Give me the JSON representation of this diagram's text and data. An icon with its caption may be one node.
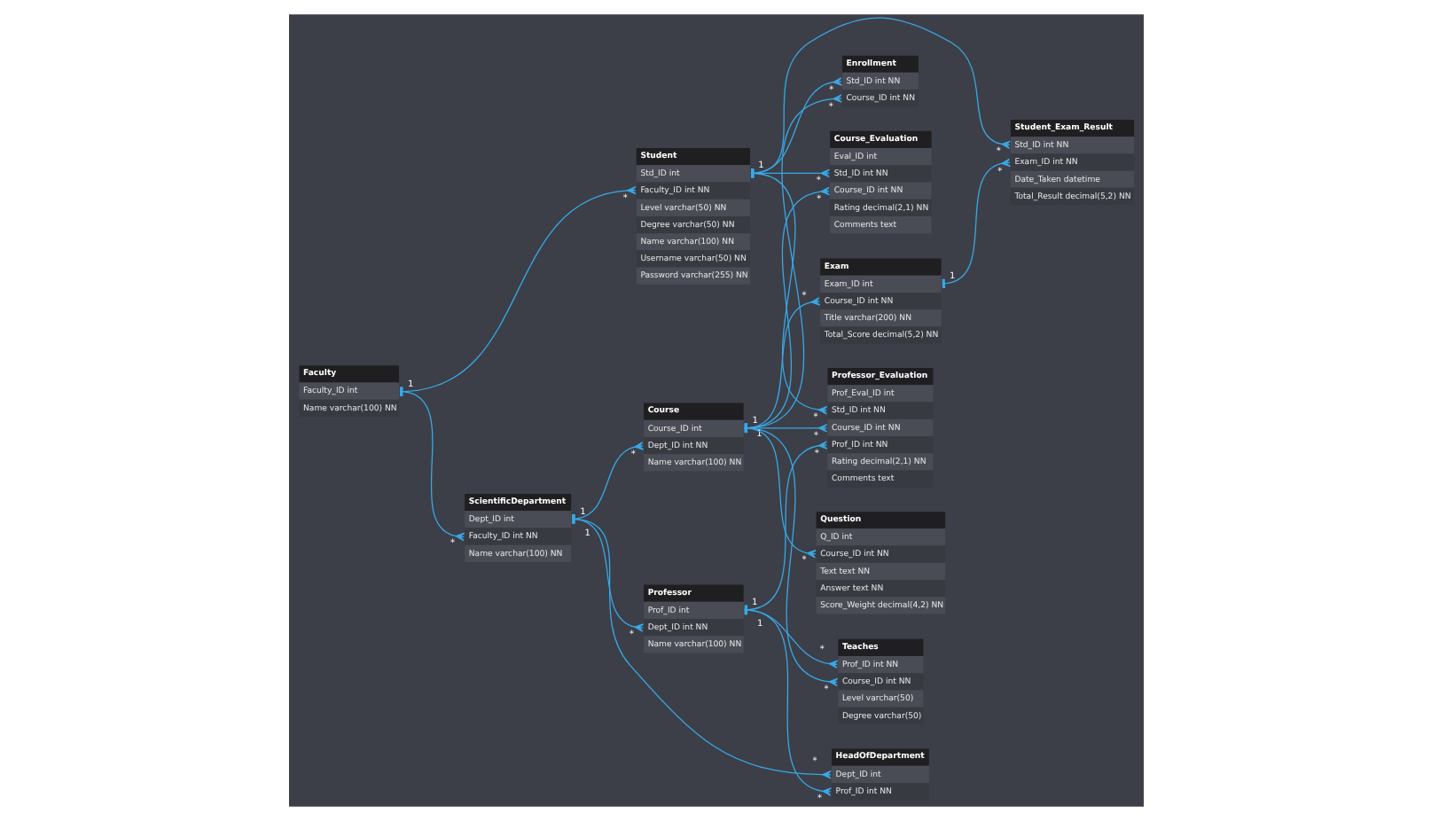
{
  "diagram": {
    "nodes": [
      {
        "text": [
          "Faculty",
          "Faculty_ID int",
          "Name varchar(100) NN"
        ]
      },
      {
        "text": [
          "ScientificDepartment",
          "Dept_ID int",
          "Faculty_ID int NN",
          "Name varchar(100) NN"
        ]
      },
      {
        "text": [
          "Professor",
          "Prof_ID int",
          "Dept_ID int NN",
          "Name varchar(100) NN"
        ]
      },
      {
        "text": [
          "Course",
          "Course_ID int",
          "Dept_ID int NN",
          "Name varchar(100) NN"
        ]
      },
      {
        "text": [
          "Teaches",
          "Prof_ID int NN",
          "Course_ID int NN",
          "Level varchar(50)",
          "Degree varchar(50)"
        ]
      },
      {
        "text": [
          "Student",
          "Std_ID int",
          "Faculty_ID int NN",
          "Level varchar(50) NN",
          "Degree varchar(50) NN",
          "Name varchar(100) NN",
          "Username varchar(50) NN",
          "Password varchar(255) NN"
        ]
      },
      {
        "text": [
          "Exam",
          "Exam_ID int",
          "Course_ID int NN",
          "Title varchar(200) NN",
          "Total_Score decimal(5,2) NN"
        ]
      },
      {
        "text": [
          "Enrollment",
          "Std_ID int NN",
          "Course_ID int NN"
        ]
      },
      {
        "text": [
          "Question",
          "Q_ID int",
          "Course_ID int NN",
          "Text text NN",
          "Answer text NN",
          "Score_Weight decimal(4,2) NN"
        ]
      },
      {
        "text": [
          "Professor_Evaluation",
          "Prof_Eval_ID int",
          "Std_ID int NN",
          "Course_ID int NN",
          "Prof_ID int NN",
          "Rating decimal(2,1) NN",
          "Comments text"
        ]
      },
      {
        "text": [
          "Course_Evaluation",
          "Eval_ID int",
          "Std_ID int NN",
          "Course_ID int NN",
          "Rating decimal(2,1) NN",
          "Comments text"
        ]
      },
      {
        "text": [
          "Student_Exam_Result",
          "Std_ID int NN",
          "Exam_ID int NN",
          "Date_Taken datetime",
          "Total_Result decimal(5,2) NN"
        ]
      },
      {
        "text": [
          "HeadOfDepartment",
          "Dept_ID int",
          "Prof_ID int NN"
        ]
      }
    ],
    "edges": [
      {
        "from": 0,
        "to": 1,
        "arrow": "other",
        "label": "*"
      },
      {
        "from": 0,
        "to": 5,
        "arrow": "other",
        "label": "*"
      },
      {
        "from": 1,
        "to": 2,
        "arrow": "other",
        "label": "*"
      },
      {
        "from": 1,
        "to": 3,
        "arrow": "other",
        "label": "*"
      },
      {
        "from": 2,
        "to": 4,
        "arrow": "other",
        "label": "*"
      },
      {
        "from": 3,
        "to": 4,
        "arrow": "other",
        "label": "*"
      },
      {
        "from": 3,
        "to": 8,
        "arrow": "other",
        "label": "*"
      },
      {
        "from": 3,
        "to": 6,
        "arrow": "other",
        "label": "*"
      },
      {
        "from": 3,
        "to": 7,
        "arrow": "other",
        "label": "*"
      },
      {
        "from": 5,
        "to": 7,
        "arrow": "other",
        "label": "*"
      },
      {
        "from": 5,
        "to": 11,
        "arrow": "other",
        "label": "*"
      },
      {
        "from": 6,
        "to": 11,
        "arrow": "other",
        "label": "*"
      },
      {
        "from": 5,
        "to": 10,
        "arrow": "other",
        "label": "*"
      },
      {
        "from": 3,
        "to": 10,
        "arrow": "other",
        "label": "*"
      },
      {
        "from": 5,
        "to": 9,
        "arrow": "other",
        "label": "*"
      },
      {
        "from": 3,
        "to": 9,
        "arrow": "other",
        "label": "*"
      },
      {
        "from": 2,
        "to": 9,
        "arrow": "other",
        "label": "*"
      },
      {
        "from": 1,
        "to": 12,
        "arrow": "other",
        "label": "*"
      },
      {
        "from": 2,
        "to": 12,
        "arrow": "other",
        "label": "*"
      }
    ],
    "labels": [
      "1",
      "1",
      "1",
      "1",
      "1",
      "1",
      "1",
      "1",
      "1"
    ]
  }
}
